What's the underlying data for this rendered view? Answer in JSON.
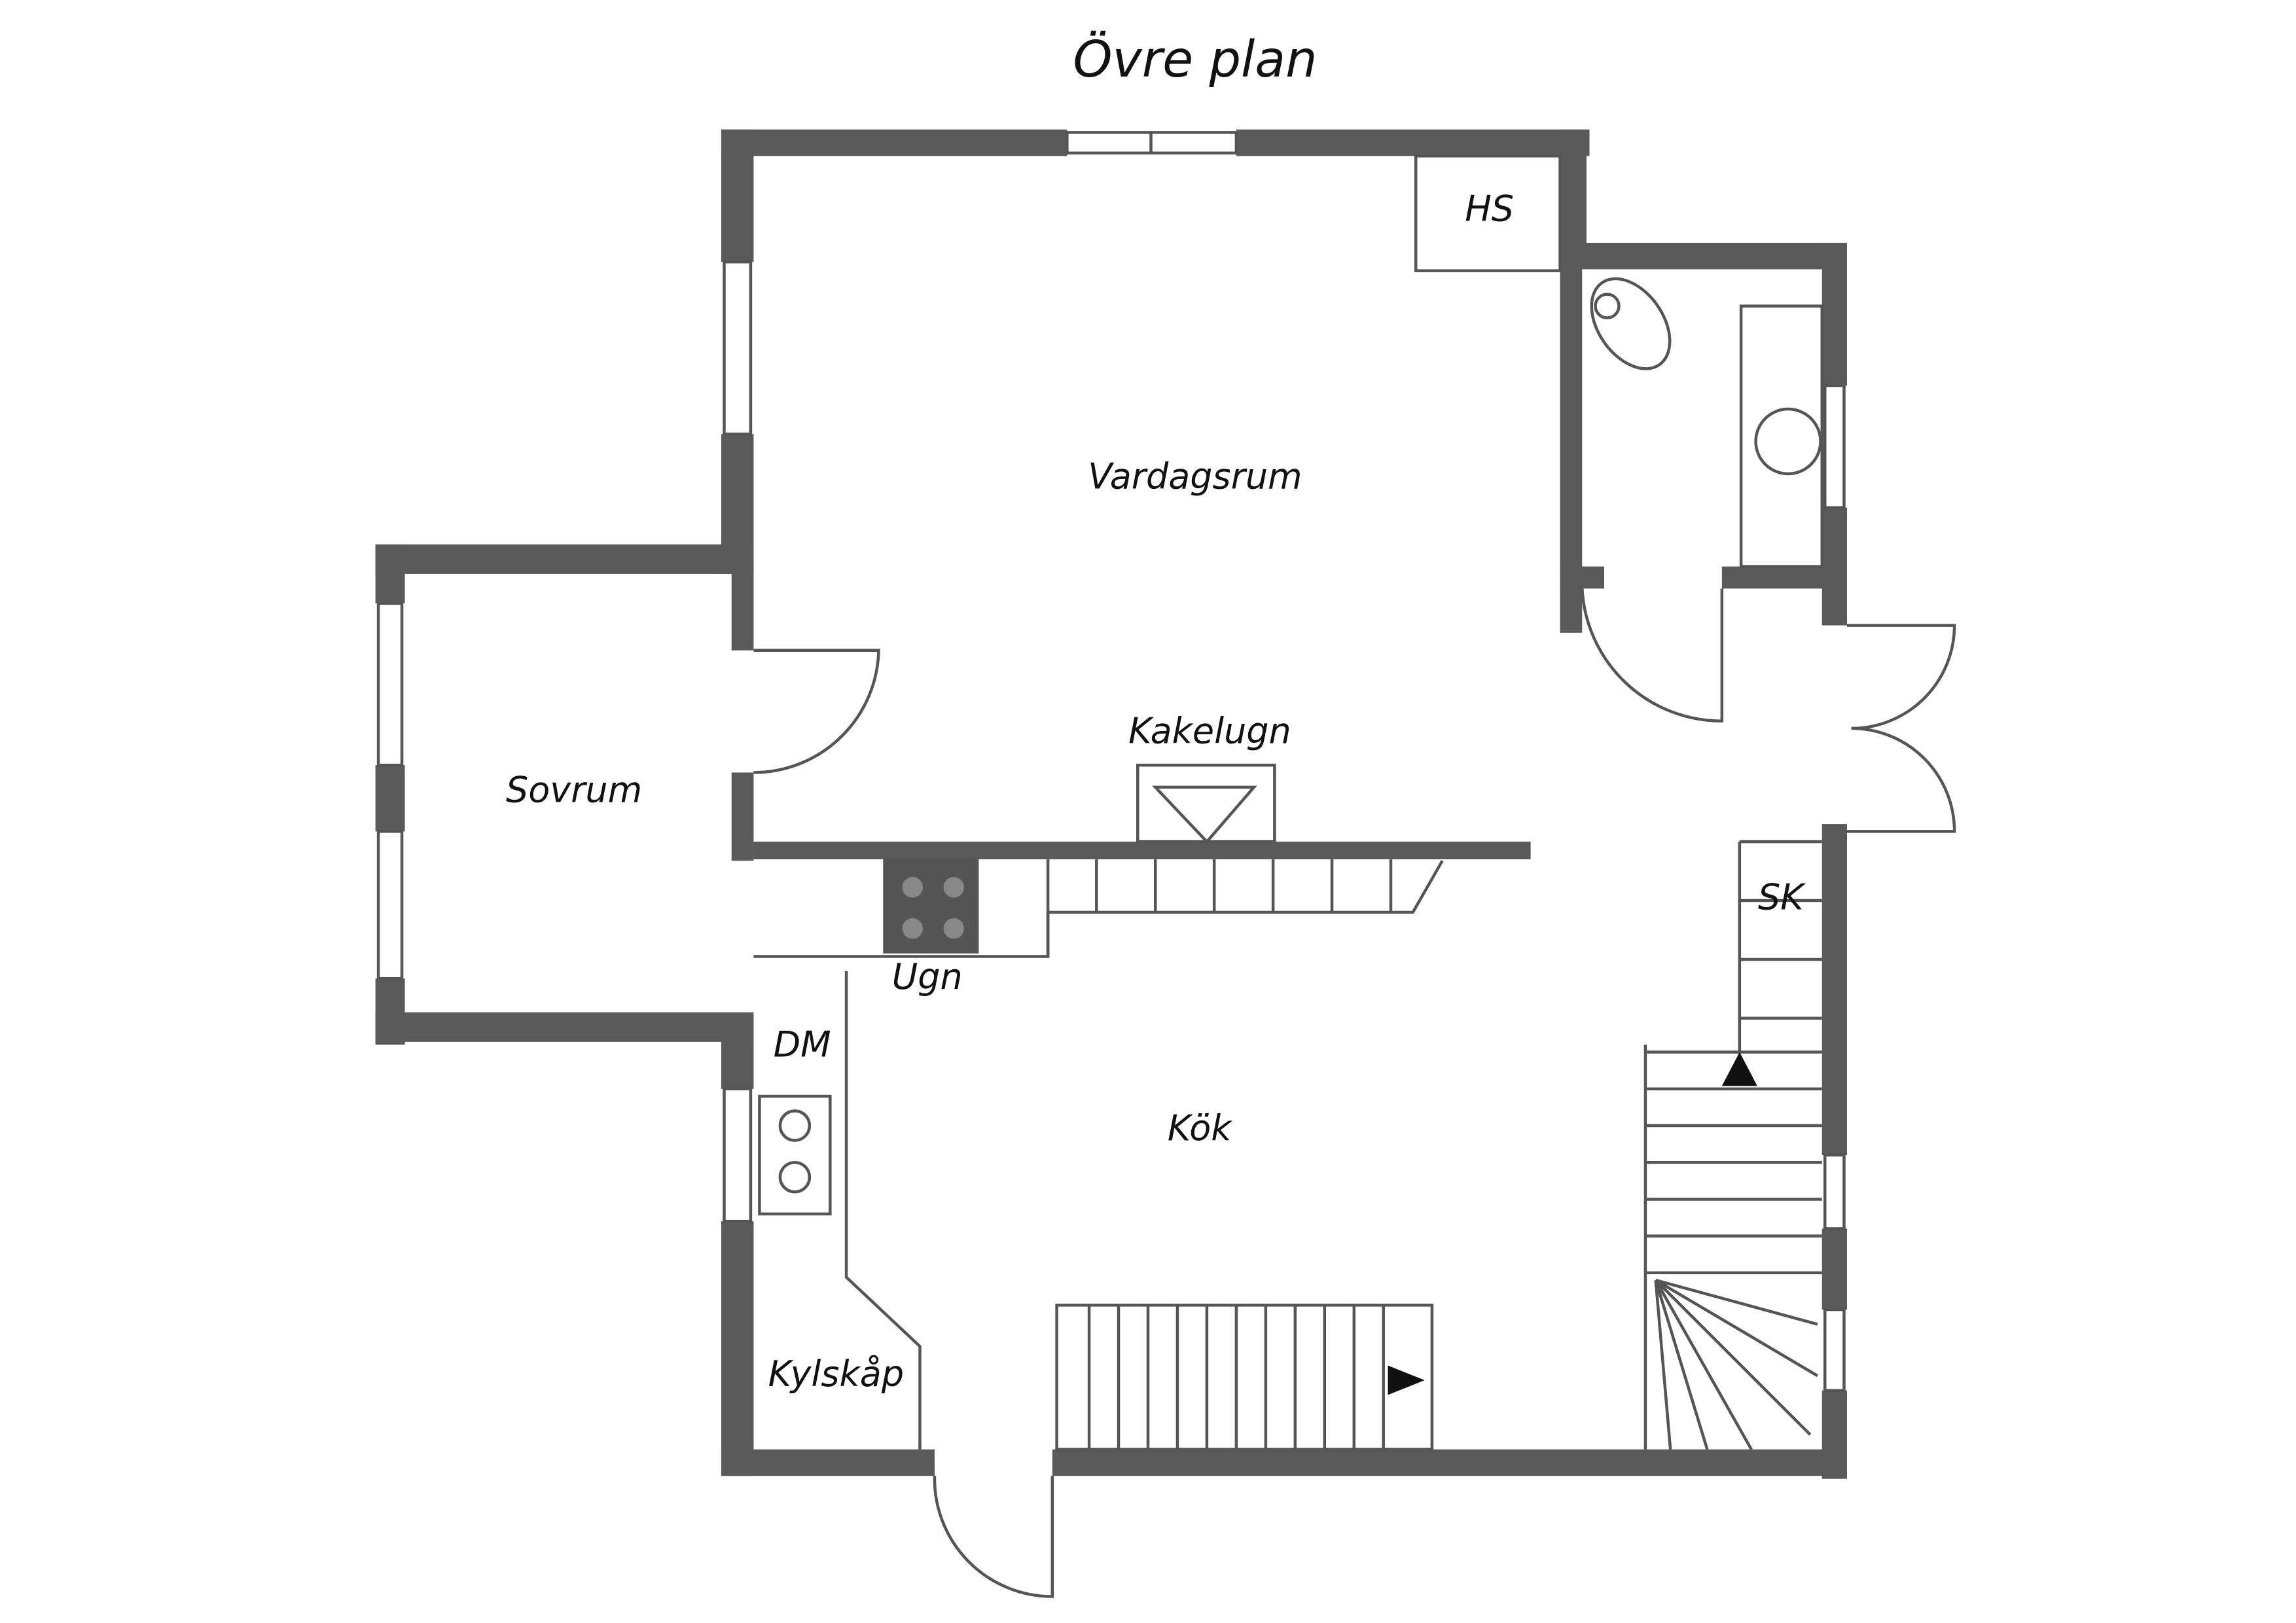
{
  "title": "Övre plan",
  "rooms": {
    "living": "Vardagsrum",
    "bedroom": "Sovrum",
    "kitchen": "Kök",
    "stove_heater": "Kakelugn",
    "wardrobe_hs": "HS",
    "closet_sk": "SK",
    "oven": "Ugn",
    "dishwasher": "DM",
    "fridge": "Kylskåp"
  },
  "colors": {
    "wall": "#5a5a5a",
    "line": "#555555"
  }
}
